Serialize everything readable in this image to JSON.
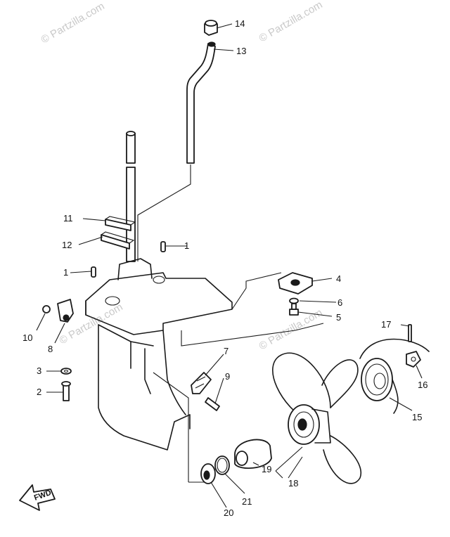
{
  "watermarks": [
    "© Partzilla.com",
    "© Partzilla.com",
    "© Partzilla.com",
    "© Partzilla.com"
  ],
  "direction_label": "FWD",
  "callouts": {
    "c1a": "1",
    "c1b": "1",
    "c2": "2",
    "c3": "3",
    "c4": "4",
    "c5": "5",
    "c6": "6",
    "c7": "7",
    "c8": "8",
    "c9": "9",
    "c10": "10",
    "c11": "11",
    "c12": "12",
    "c13": "13",
    "c14": "14",
    "c15": "15",
    "c16": "16",
    "c17": "17",
    "c18": "18",
    "c19": "19",
    "c20": "20",
    "c21": "21"
  }
}
